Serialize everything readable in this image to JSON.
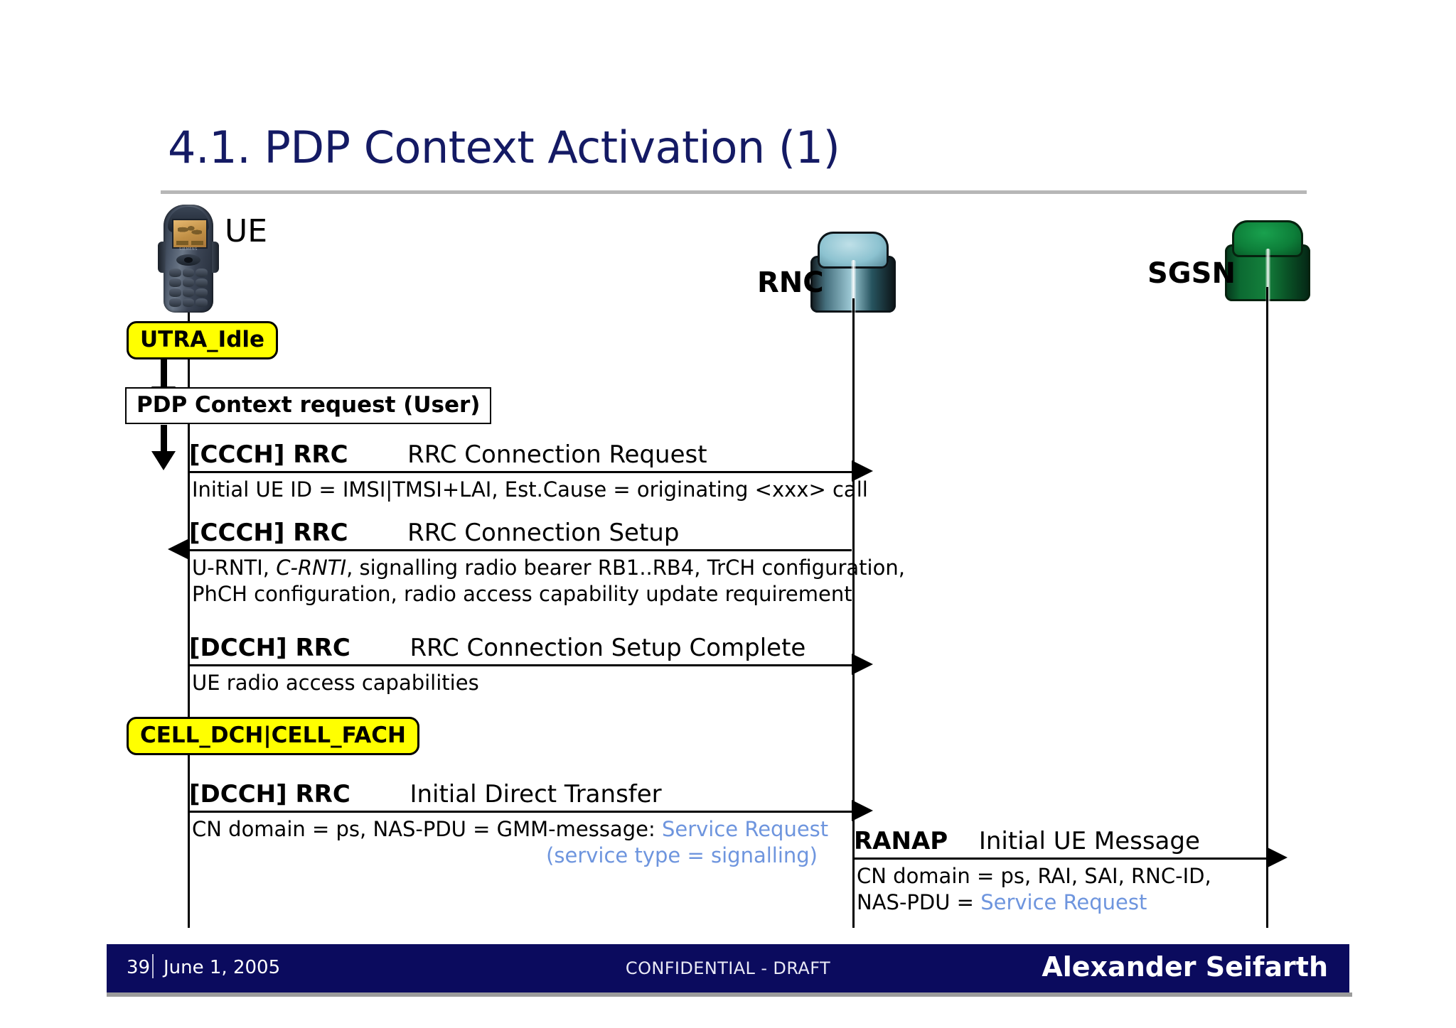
{
  "slide": {
    "title": "4.1. PDP Context Activation (1)",
    "title_color": "#141a64"
  },
  "actors": [
    {
      "id": "ue",
      "label": "UE",
      "icon": "mobile-phone-icon"
    },
    {
      "id": "rnc",
      "label": "RNC",
      "icon": "network-node-cube-blue-icon"
    },
    {
      "id": "sgsn",
      "label": "SGSN",
      "icon": "network-node-cube-green-icon"
    }
  ],
  "states": [
    {
      "id": "utra-idle",
      "label": "UTRA_Idle",
      "color": "#ffff00"
    },
    {
      "id": "cell-dch-fach",
      "label": "CELL_DCH|CELL_FACH",
      "color": "#ffff00"
    }
  ],
  "actions": [
    {
      "id": "pdp-context-request",
      "label": "PDP Context request (User)"
    }
  ],
  "messages": [
    {
      "id": "rrc-connection-request",
      "protocol": "[CCCH] RRC",
      "name": "RRC Connection Request",
      "direction": "right",
      "from": "ue",
      "to": "rnc",
      "detail": "Initial UE ID = IMSI|TMSI+LAI, Est.Cause = originating <xxx> call"
    },
    {
      "id": "rrc-connection-setup",
      "protocol": "[CCCH] RRC",
      "name": "RRC Connection Setup",
      "direction": "left",
      "from": "rnc",
      "to": "ue",
      "detail_line1_a": "U-RNTI, ",
      "detail_line1_em": "C-RNTI",
      "detail_line1_b": ", signalling radio bearer RB1..RB4, TrCH configuration,",
      "detail_line2": "PhCH configuration, radio access capability update requirement"
    },
    {
      "id": "rrc-connection-setup-complete",
      "protocol": "[DCCH] RRC",
      "name": "RRC Connection Setup Complete",
      "direction": "right",
      "from": "ue",
      "to": "rnc",
      "detail": "UE radio access capabilities"
    },
    {
      "id": "initial-direct-transfer",
      "protocol": "[DCCH] RRC",
      "name": "Initial Direct Transfer",
      "direction": "right",
      "from": "ue",
      "to": "rnc",
      "detail_plain": "CN domain = ps, NAS-PDU = GMM-message: ",
      "detail_blue": "Service Request",
      "detail_blue_line2": "(service type = signalling)"
    },
    {
      "id": "initial-ue-message",
      "protocol": "RANAP",
      "name": "Initial UE Message",
      "direction": "right",
      "from": "rnc",
      "to": "sgsn",
      "detail_line1": "CN domain = ps, RAI, SAI, RNC-ID,",
      "detail_line2_plain": "NAS-PDU = ",
      "detail_line2_blue": "Service Request"
    }
  ],
  "colors": {
    "accent_blue_text": "#6e95de",
    "footer_bg": "#0b0b5e",
    "state_yellow": "#ffff00",
    "title_navy": "#141a64"
  },
  "footer": {
    "page": "39",
    "date": "June 1, 2005",
    "classification": "CONFIDENTIAL - DRAFT",
    "author": "Alexander Seifarth"
  }
}
